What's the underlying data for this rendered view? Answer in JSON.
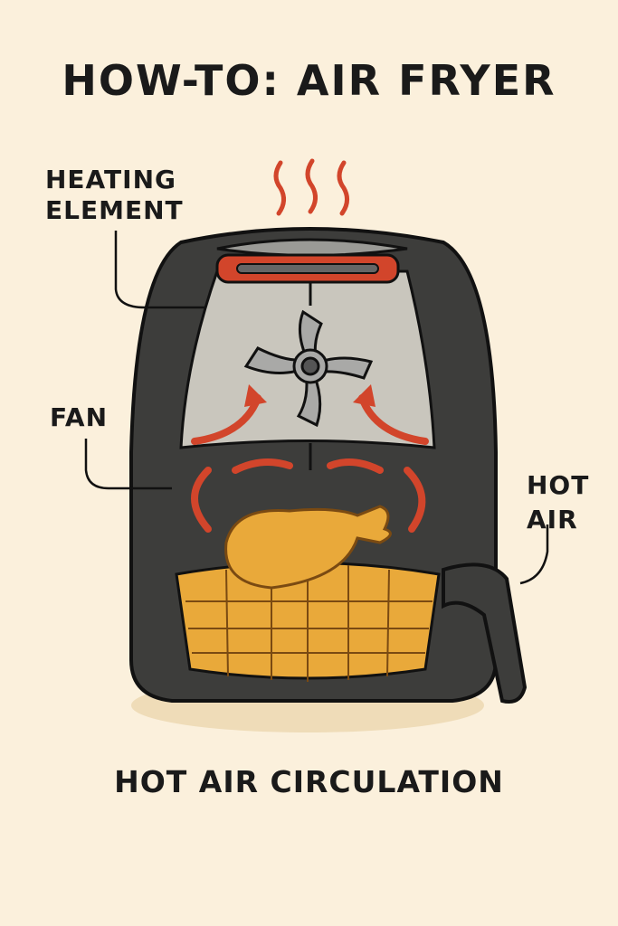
{
  "title": "HOW-TO: AIR FRYER",
  "labels": {
    "heating_element_1": "HEATING",
    "heating_element_2": "ELEMENT",
    "fan": "FAN",
    "hot_air_1": "HOT",
    "hot_air_2": "AIR"
  },
  "caption": "HOT AIR CIRCULATION",
  "colors": {
    "background": "#fbf0dc",
    "body": "#3d3d3b",
    "heat": "#d2452b",
    "basket": "#e9a93a",
    "chamber": "#c9c6bd"
  }
}
